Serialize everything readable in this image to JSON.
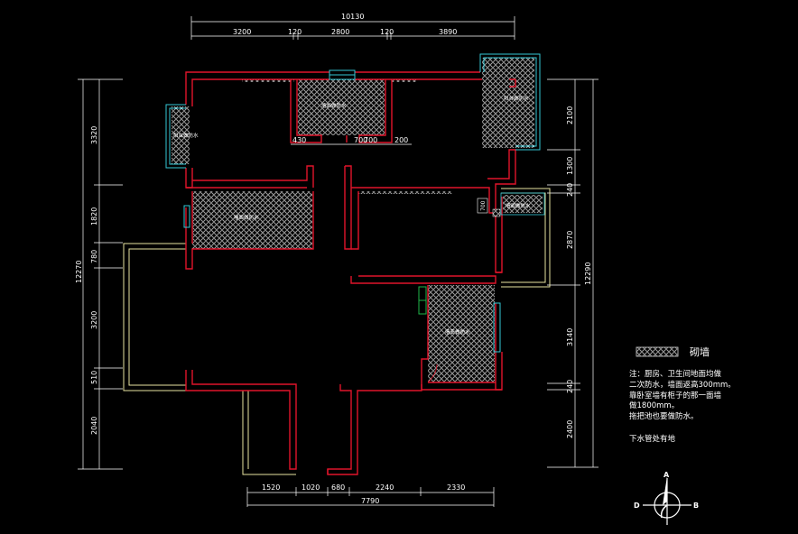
{
  "top_dims": {
    "overall": "10130",
    "segments": [
      "3200",
      "120",
      "2800",
      "120",
      "3890"
    ]
  },
  "bottom_dims": {
    "overall": "7790",
    "segments": [
      "1520",
      "1020",
      "680",
      "2240",
      "2330"
    ]
  },
  "left_dims": {
    "overall": "12270",
    "segments": [
      "3320",
      "1820",
      "780",
      "3200",
      "510",
      "2040"
    ]
  },
  "right_dims": {
    "overall": "12290",
    "segments": [
      "2100",
      "1300",
      "240",
      "2870",
      "3140",
      "240",
      "2400"
    ]
  },
  "inner_dims": [
    "430",
    "700",
    "700",
    "200",
    "700"
  ],
  "room_labels": {
    "balcony_left": "阳台做防水",
    "bath_top": "墙面做防水",
    "balcony_right": "阳台做防水",
    "room_left": "墙面做防水",
    "kitchen_small": "墙面做防水",
    "bath_bottom": "墙面做防水"
  },
  "legend": {
    "label": "砌墙"
  },
  "notes": [
    "注：厨房、卫生间地面均做",
    "二次防水，墙面返高300mm。",
    "靠卧室墙有柜子的那一面墙",
    "做1800mm。",
    "拖把池也要做防水。",
    "下水管处有地"
  ],
  "compass": {
    "north": "A",
    "east": "B",
    "west": "D"
  },
  "colors": {
    "wall": "#e0142a",
    "hatch": "#d8d8d8",
    "window": "#35c8d6",
    "balcony": "#e8e5a0",
    "door": "#1fb84a",
    "dims": "#ffffff"
  }
}
